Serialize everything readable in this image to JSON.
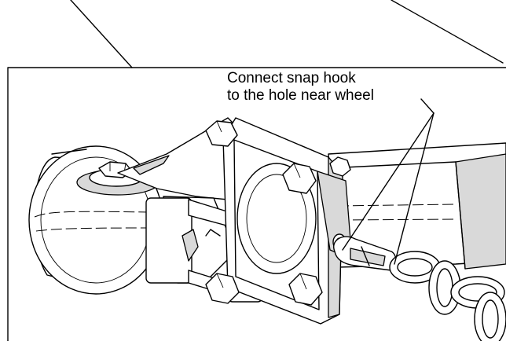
{
  "callout": {
    "line1": "Connect snap hook",
    "line2": "to the hole near wheel"
  },
  "icons": [
    "caster-wheel",
    "mounting-plate",
    "snap-hook",
    "chain",
    "tube-bracket"
  ]
}
